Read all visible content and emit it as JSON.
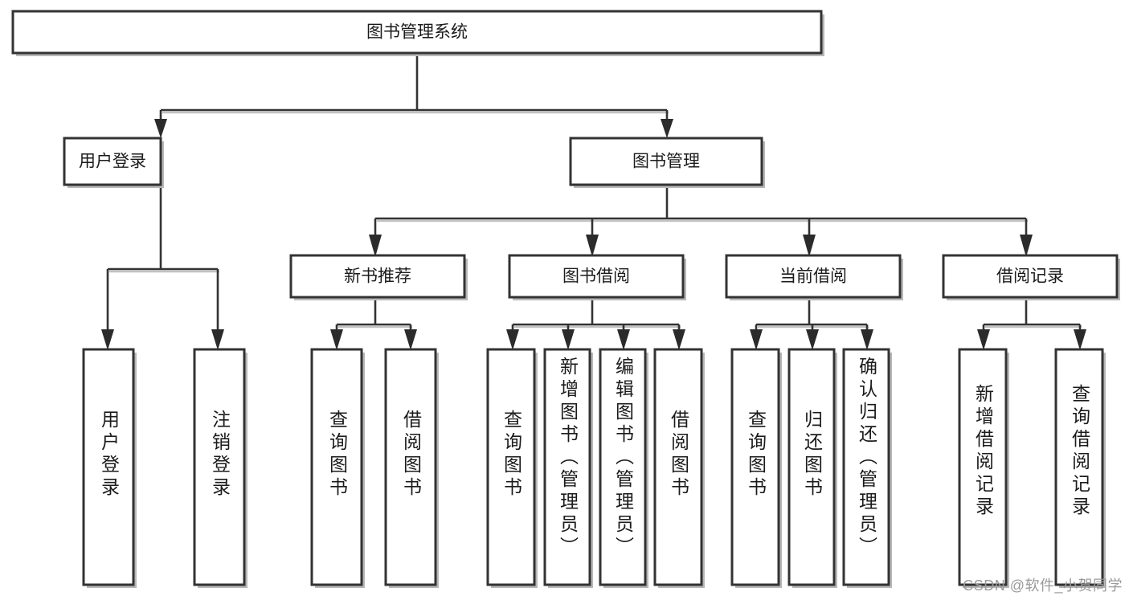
{
  "diagram": {
    "title": "图书管理系统",
    "type": "tree",
    "watermark": "CSDN @软件_小贺同学",
    "colors": {
      "box_stroke": "#333333",
      "box_fill": "#ffffff",
      "edge": "#333333",
      "shadow": "#b8b8b8",
      "text": "#1b1b1b",
      "watermark": "#9a9a9a",
      "background": "#ffffff"
    },
    "levels": {
      "root": {
        "label": "图书管理系统"
      },
      "level2": [
        {
          "label": "用户登录"
        },
        {
          "label": "图书管理"
        }
      ],
      "level3": [
        {
          "label": "新书推荐"
        },
        {
          "label": "图书借阅"
        },
        {
          "label": "当前借阅"
        },
        {
          "label": "借阅记录"
        }
      ],
      "leaves": [
        {
          "label": "用户登录",
          "parent": "用户登录"
        },
        {
          "label": "注销登录",
          "parent": "用户登录"
        },
        {
          "label": "查询图书",
          "parent": "新书推荐"
        },
        {
          "label": "借阅图书",
          "parent": "新书推荐"
        },
        {
          "label": "查询图书",
          "parent": "图书借阅"
        },
        {
          "label": "新增图书（管理员）",
          "parent": "图书借阅"
        },
        {
          "label": "编辑图书（管理员）",
          "parent": "图书借阅"
        },
        {
          "label": "借阅图书",
          "parent": "图书借阅"
        },
        {
          "label": "查询图书",
          "parent": "当前借阅"
        },
        {
          "label": "归还图书",
          "parent": "当前借阅"
        },
        {
          "label": "确认归还（管理员）",
          "parent": "当前借阅"
        },
        {
          "label": "新增借阅记录",
          "parent": "借阅记录"
        },
        {
          "label": "查询借阅记录",
          "parent": "借阅记录"
        }
      ]
    }
  }
}
